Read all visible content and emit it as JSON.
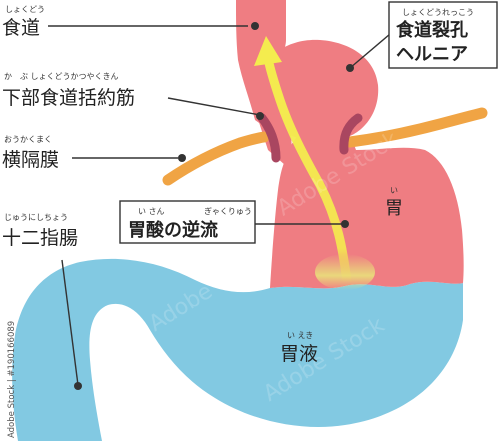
{
  "labels": {
    "esophagus": {
      "text": "食道",
      "ruby": "しょくどう"
    },
    "les": {
      "text": "下部食道括約筋",
      "ruby": "か　ぶ しょくどうかつやくきん"
    },
    "diaphragm": {
      "text": "横隔膜",
      "ruby": "おうかくまく"
    },
    "duodenum": {
      "text": "十二指腸",
      "ruby": "じゅうにしちょう"
    },
    "hernia": {
      "line1": "食道裂孔",
      "line2": "ヘルニア",
      "ruby": "しょくどうれっこう"
    },
    "reflux": {
      "text": "胃酸の逆流",
      "ruby_a": "い さん",
      "ruby_b": "ぎゃくりゅう"
    },
    "stomach": {
      "text": "胃",
      "ruby": "い"
    },
    "gastric_juice": {
      "text": "胃液",
      "ruby": "い えき"
    }
  },
  "side_text": "Adobe Stock | #190166089",
  "watermark": "Adobe Stock",
  "colors": {
    "pink": "#ef7d82",
    "blue": "#82c9e2",
    "orange": "#f0a444",
    "lesRing": "#a94660",
    "reflux": "#f4ec4e",
    "line": "#333333"
  }
}
